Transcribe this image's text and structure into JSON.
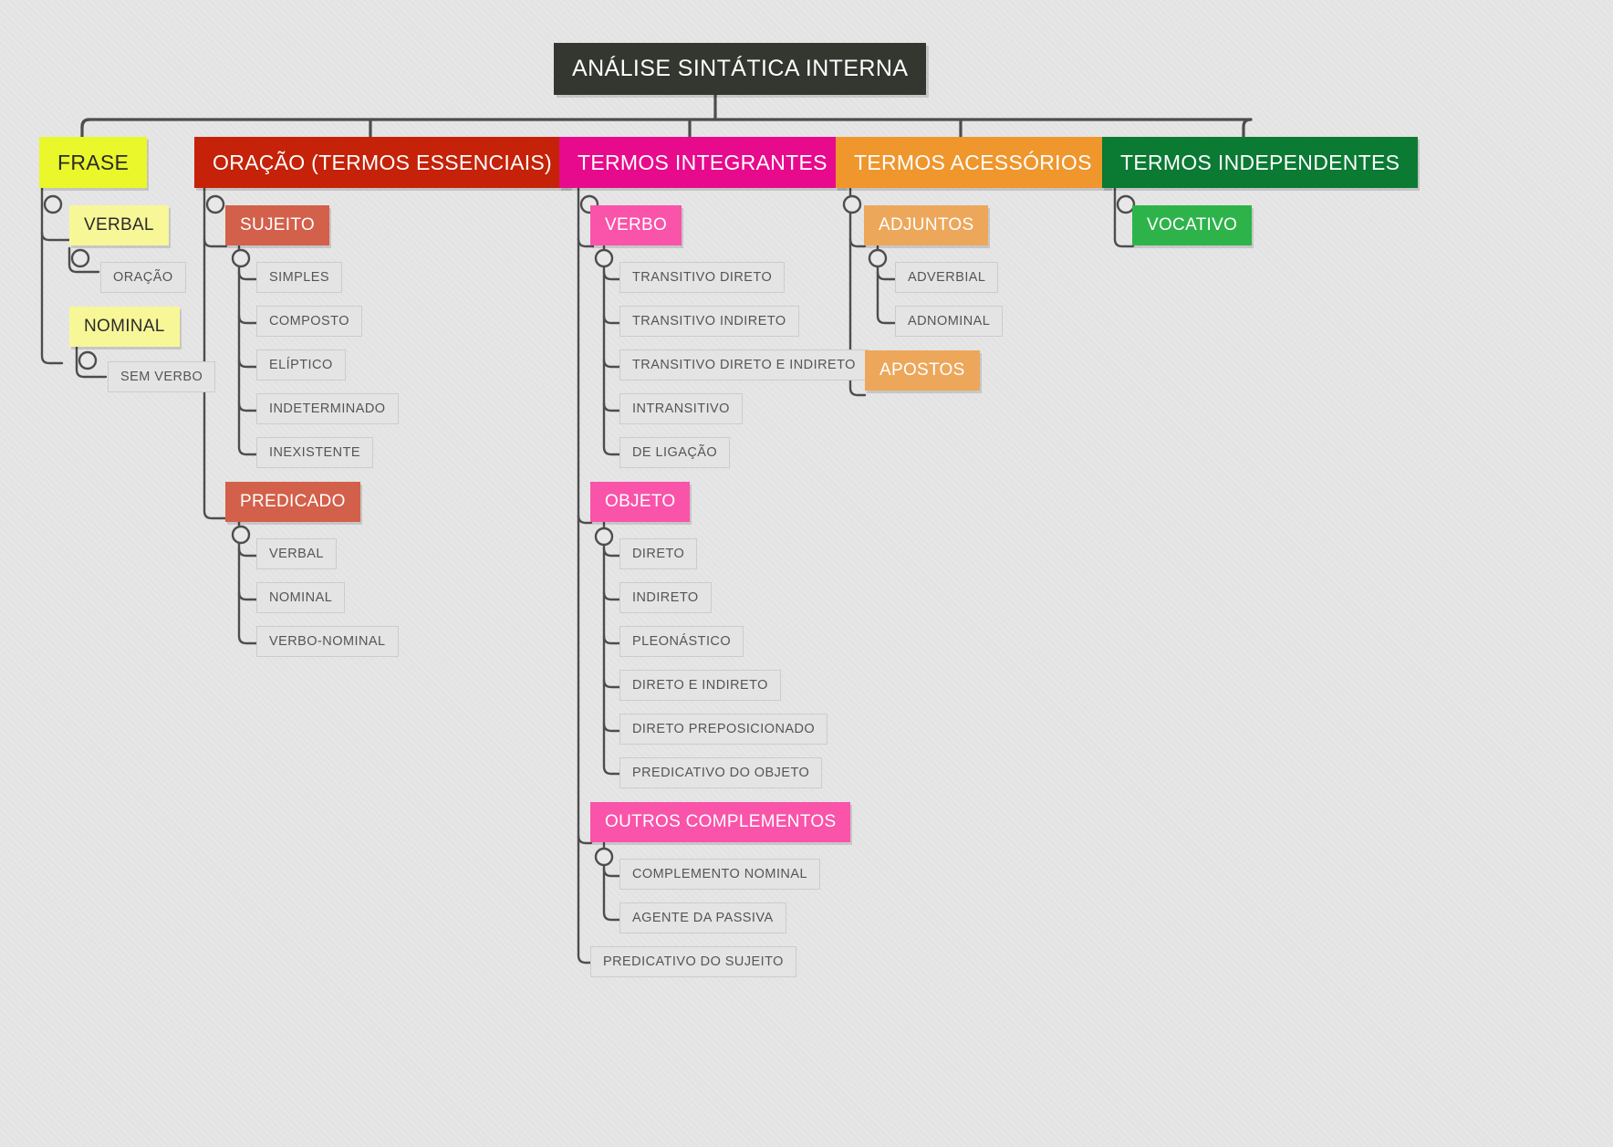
{
  "diagram": {
    "title": "ANÁLISE SINTÁTICA INTERNA",
    "type": "mind-map",
    "palette": {
      "background": "#e6e6e6",
      "root": "#343630",
      "connector": "#4d4d4d",
      "leaf_fill": "#e4e4e4",
      "leaf_border": "#cccccc",
      "leaf_text": "#555555",
      "frase": "#eaf72a",
      "frase_light": "#f7f798",
      "oracao": "#c52209",
      "oracao_light": "#d3604a",
      "integrantes": "#e80a8c",
      "integrantes_light": "#f953aa",
      "acessorios": "#ef962d",
      "acessorios_light": "#eda75a",
      "independentes": "#0b7a33",
      "independentes_light": "#2eb34b"
    },
    "root_node": {
      "label": "ANÁLISE SINTÁTICA INTERNA"
    },
    "branches": [
      {
        "id": "frase",
        "label": "FRASE",
        "color": "#eaf72a",
        "text_color": "#2b2b2b",
        "children": [
          {
            "label": "VERBAL",
            "color": "#f7f798",
            "text_color": "#2b2b2b",
            "children": [
              {
                "label": "ORAÇÃO"
              }
            ]
          },
          {
            "label": "NOMINAL",
            "color": "#f7f798",
            "text_color": "#2b2b2b",
            "children": [
              {
                "label": "SEM VERBO"
              }
            ]
          }
        ]
      },
      {
        "id": "oracao",
        "label": "ORAÇÃO (TERMOS ESSENCIAIS)",
        "color": "#c52209",
        "text_color": "#ffffff",
        "children": [
          {
            "label": "SUJEITO",
            "color": "#d3604a",
            "text_color": "#ffffff",
            "children": [
              {
                "label": "SIMPLES"
              },
              {
                "label": "COMPOSTO"
              },
              {
                "label": "ELÍPTICO"
              },
              {
                "label": "INDETERMINADO"
              },
              {
                "label": "INEXISTENTE"
              }
            ]
          },
          {
            "label": "PREDICADO",
            "color": "#d3604a",
            "text_color": "#ffffff",
            "children": [
              {
                "label": "VERBAL"
              },
              {
                "label": "NOMINAL"
              },
              {
                "label": "VERBO-NOMINAL"
              }
            ]
          }
        ]
      },
      {
        "id": "integrantes",
        "label": "TERMOS INTEGRANTES",
        "color": "#e80a8c",
        "text_color": "#ffffff",
        "children": [
          {
            "label": "VERBO",
            "color": "#f953aa",
            "text_color": "#ffffff",
            "children": [
              {
                "label": "TRANSITIVO DIRETO"
              },
              {
                "label": "TRANSITIVO INDIRETO"
              },
              {
                "label": "TRANSITIVO DIRETO E INDIRETO"
              },
              {
                "label": "INTRANSITIVO"
              },
              {
                "label": "DE LIGAÇÃO"
              }
            ]
          },
          {
            "label": "OBJETO",
            "color": "#f953aa",
            "text_color": "#ffffff",
            "children": [
              {
                "label": "DIRETO"
              },
              {
                "label": "INDIRETO"
              },
              {
                "label": "PLEONÁSTICO"
              },
              {
                "label": "DIRETO E INDIRETO"
              },
              {
                "label": "DIRETO PREPOSICIONADO"
              },
              {
                "label": "PREDICATIVO DO OBJETO"
              }
            ]
          },
          {
            "label": "OUTROS COMPLEMENTOS",
            "color": "#f953aa",
            "text_color": "#ffffff",
            "children": [
              {
                "label": "COMPLEMENTO NOMINAL"
              },
              {
                "label": "AGENTE DA PASSIVA"
              }
            ]
          },
          {
            "label": "PREDICATIVO DO SUJEITO",
            "leaf": true
          }
        ]
      },
      {
        "id": "acessorios",
        "label": "TERMOS ACESSÓRIOS",
        "color": "#ef962d",
        "text_color": "#ffffff",
        "children": [
          {
            "label": "ADJUNTOS",
            "color": "#eda75a",
            "text_color": "#ffffff",
            "children": [
              {
                "label": "ADVERBIAL"
              },
              {
                "label": "ADNOMINAL"
              }
            ]
          },
          {
            "label": "APOSTOS",
            "color": "#eda75a",
            "text_color": "#ffffff",
            "children": []
          }
        ]
      },
      {
        "id": "independentes",
        "label": "TERMOS INDEPENDENTES",
        "color": "#0b7a33",
        "text_color": "#ffffff",
        "children": [
          {
            "label": "VOCATIVO",
            "color": "#2eb34b",
            "text_color": "#ffffff",
            "children": []
          }
        ]
      }
    ]
  }
}
